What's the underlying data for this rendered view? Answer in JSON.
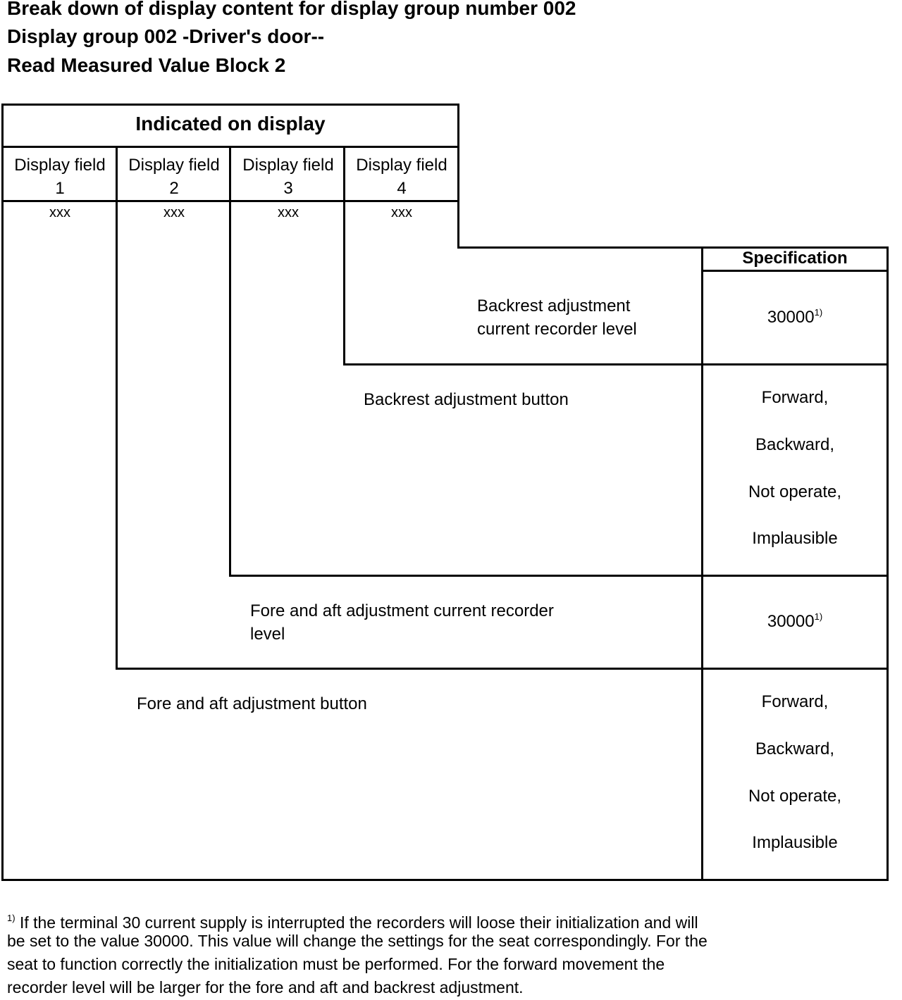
{
  "header": {
    "line1": "Break down of display content for display group number 002",
    "line2": "Display group 002 -Driver's door--",
    "line3": "Read Measured Value Block 2"
  },
  "table": {
    "indicated_label": "Indicated on display",
    "fields": [
      {
        "label": "Display field",
        "number": "1",
        "value": "xxx"
      },
      {
        "label": "Display field",
        "number": "2",
        "value": "xxx"
      },
      {
        "label": "Display field",
        "number": "3",
        "value": "xxx"
      },
      {
        "label": "Display field",
        "number": "4",
        "value": "xxx"
      }
    ],
    "specification_label": "Specification",
    "rows": [
      {
        "desc_line1": "Backrest adjustment",
        "desc_line2": "current recorder level",
        "spec_value": "30000",
        "spec_note": "1)"
      },
      {
        "desc": "Backrest adjustment button",
        "spec": [
          "Forward,",
          "Backward,",
          "Not operate,",
          "Implausible"
        ]
      },
      {
        "desc_line1": "Fore and aft adjustment current recorder",
        "desc_line2": "level",
        "spec_value": "30000",
        "spec_note": "1)"
      },
      {
        "desc": "Fore and aft adjustment button",
        "spec": [
          "Forward,",
          "Backward,",
          "Not operate,",
          "Implausible"
        ]
      }
    ]
  },
  "footnote": {
    "marker": "1)",
    "line1": " If the terminal 30 current supply is interrupted the recorders will loose their initialization and will",
    "line2": "be set to the value 30000. This value will change the settings for the seat correspondingly. For the",
    "line3": "seat to function correctly the initialization must be performed. For the forward movement the",
    "line4": "recorder level will be larger for the fore and aft and backrest adjustment."
  }
}
